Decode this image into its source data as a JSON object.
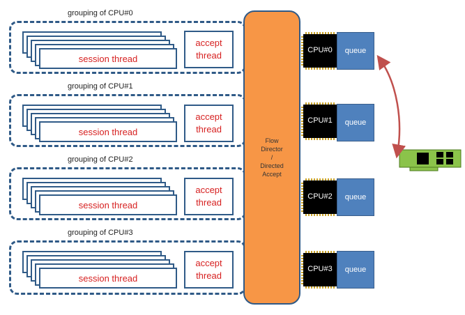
{
  "groups": [
    {
      "title": "grouping of CPU#0",
      "session_label": "session thread",
      "accept_label": "accept\nthread"
    },
    {
      "title": "grouping of CPU#1",
      "session_label": "session thread",
      "accept_label": "accept\nthread"
    },
    {
      "title": "grouping of CPU#2",
      "session_label": "session thread",
      "accept_label": "accept\nthread"
    },
    {
      "title": "grouping of CPU#3",
      "session_label": "session thread",
      "accept_label": "accept\nthread"
    }
  ],
  "flow_director": {
    "line1": "Flow",
    "line2": "Director",
    "line3": "/",
    "line4": "Directed",
    "line5": "Accept"
  },
  "cpus": [
    {
      "label": "CPU#0",
      "queue_label": "queue"
    },
    {
      "label": "CPU#1",
      "queue_label": "queue"
    },
    {
      "label": "CPU#2",
      "queue_label": "queue"
    },
    {
      "label": "CPU#3",
      "queue_label": "queue"
    }
  ],
  "colors": {
    "dashed_border": "#2f5a87",
    "thread_text": "#d62020",
    "flow_director_fill": "#f79646",
    "queue_fill": "#4f81bd",
    "cpu_chip": "#000000",
    "nic_board": "#8bc34a",
    "link_arrow": "#c0504d"
  },
  "icons": {
    "cpu": "cpu-chip-icon",
    "nic": "network-card-icon"
  }
}
